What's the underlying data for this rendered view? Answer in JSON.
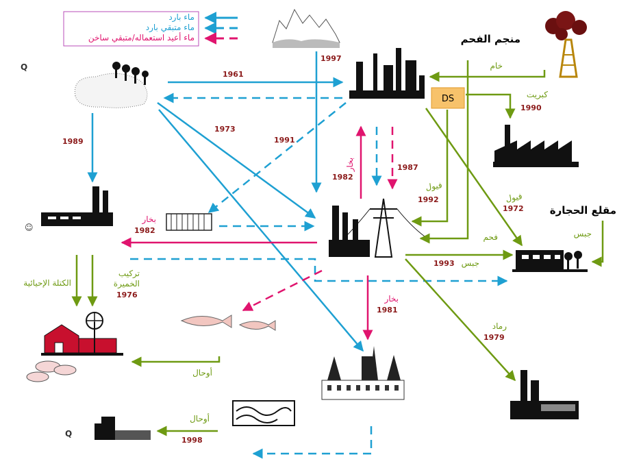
{
  "legend": {
    "cold_water": "ماء بارد",
    "cold_residual_water": "ماء متبقي بارد",
    "reused_hot_water": "ماء أعيد استعماله/متبقي ساخن"
  },
  "titles": {
    "coal_mine": "منجم الفحم",
    "quarry": "مقلع الحجارة"
  },
  "symbols": {
    "q_top": "Q",
    "q_bottom": "Q",
    "smiley": "☺",
    "ds": "DS"
  },
  "labels": {
    "raw": "خام",
    "sulfur": "كبريت",
    "fuel_1": "فيول",
    "fuel_2": "فيول",
    "coal": "فحم",
    "gypsum_q": "جبس",
    "gypsum_1993": "جبس",
    "ash": "رماد",
    "steam_1982_a": "بخار",
    "steam_1982_b": "بخار",
    "steam_1981": "بخار",
    "biomass": "الكتلة الإحيائية",
    "yeast_1": "تركيب",
    "yeast_2": "الخميرة",
    "sludge_1": "أوحال",
    "sludge_2": "أوحال"
  },
  "years": {
    "y1961": "1961",
    "y1997": "1997",
    "y1989": "1989",
    "y1973": "1973",
    "y1991": "1991",
    "y1990": "1990",
    "y1982a": "1982",
    "y1987": "1987",
    "y1992": "1992",
    "y1972": "1972",
    "y1982b": "1982",
    "y1993": "1993",
    "y1976": "1976",
    "y1981": "1981",
    "y1979": "1979",
    "y1998": "1998"
  },
  "colors": {
    "blue": "#1ea0d2",
    "pink": "#e0146e",
    "green": "#6e9a12",
    "year": "#8b1a1a"
  }
}
